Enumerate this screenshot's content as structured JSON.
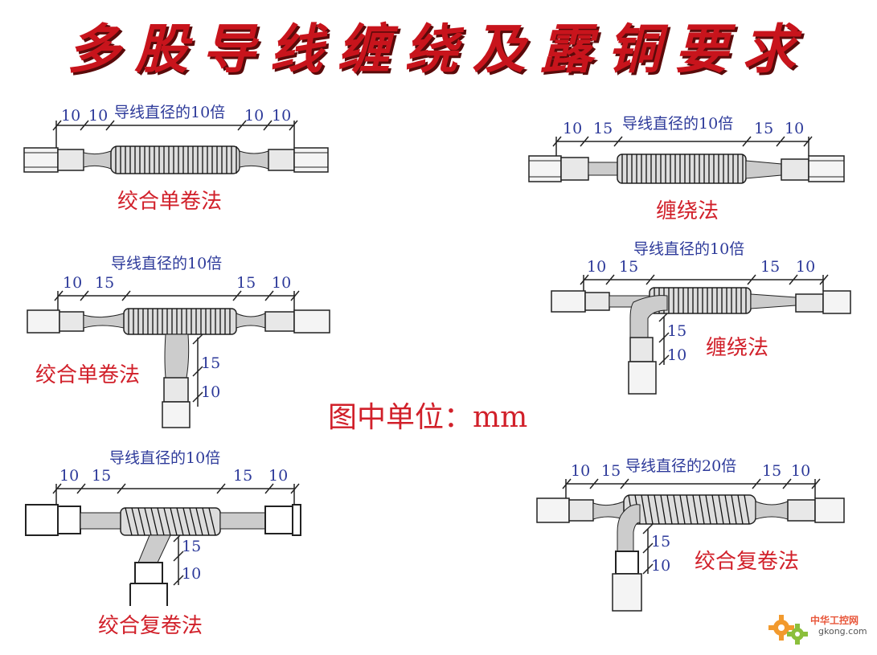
{
  "title": "多股导线缠绕及露铜要求",
  "unit_note": "图中单位：mm",
  "logo": {
    "name": "中华工控网",
    "url": "gkong.com"
  },
  "colors": {
    "title": "#c8141c",
    "label": "#d1202a",
    "dimension": "#2d3a9a",
    "wire": "#222222"
  },
  "diagrams": [
    {
      "method": "绞合单卷法",
      "type": "straight",
      "dims": [
        "10",
        "10",
        "导线直径的10倍",
        "10",
        "10"
      ]
    },
    {
      "method": "缠绕法",
      "type": "straight",
      "dims": [
        "10",
        "15",
        "导线直径的10倍",
        "15",
        "10"
      ]
    },
    {
      "method": "绞合单卷法",
      "type": "tee",
      "dims": [
        "10",
        "15",
        "导线直径的10倍",
        "15",
        "10"
      ],
      "branch_dims": [
        "15",
        "10"
      ]
    },
    {
      "method": "缠绕法",
      "type": "tee",
      "dims": [
        "10",
        "15",
        "导线直径的10倍",
        "15",
        "10"
      ],
      "branch_dims": [
        "15",
        "10"
      ]
    },
    {
      "method": "绞合复卷法",
      "type": "tee",
      "dims": [
        "10",
        "15",
        "导线直径的10倍",
        "15",
        "10"
      ],
      "branch_dims": [
        "15",
        "10"
      ]
    },
    {
      "method": "绞合复卷法",
      "type": "tee",
      "dims": [
        "10",
        "15",
        "导线直径的20倍",
        "15",
        "10"
      ],
      "branch_dims": [
        "15",
        "10"
      ]
    }
  ]
}
